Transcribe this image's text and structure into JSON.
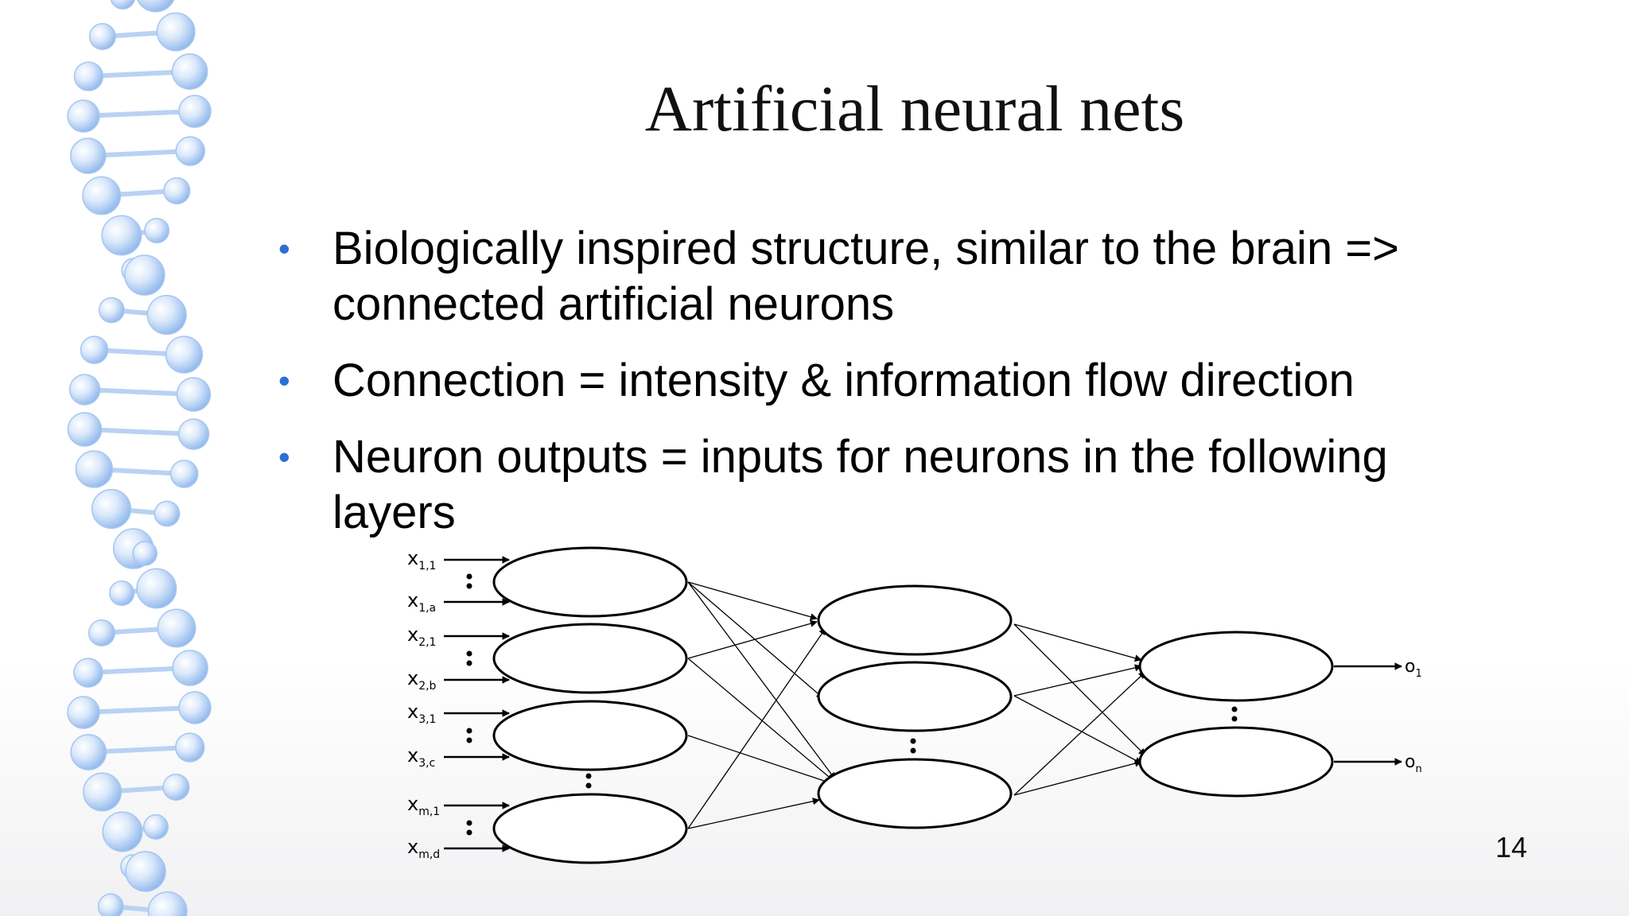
{
  "slide": {
    "title": "Artificial neural nets",
    "bullets": [
      "Biologically inspired structure, similar to the brain => connected artificial neurons",
      "Connection = intensity & information flow direction",
      "Neuron outputs = inputs for neurons in the following layers"
    ],
    "page_number": "14",
    "accent_color": "#2a6fd6",
    "decoration": "dna-helix"
  },
  "network": {
    "inputs": [
      {
        "base": "x",
        "sub": "1,1"
      },
      {
        "base": "x",
        "sub": "1,a"
      },
      {
        "base": "x",
        "sub": "2,1"
      },
      {
        "base": "x",
        "sub": "2,b"
      },
      {
        "base": "x",
        "sub": "3,1"
      },
      {
        "base": "x",
        "sub": "3,c"
      },
      {
        "base": "x",
        "sub": "m,1"
      },
      {
        "base": "x",
        "sub": "m,d"
      }
    ],
    "outputs": [
      {
        "base": "o",
        "sub": "1"
      },
      {
        "base": "o",
        "sub": "n"
      }
    ]
  }
}
